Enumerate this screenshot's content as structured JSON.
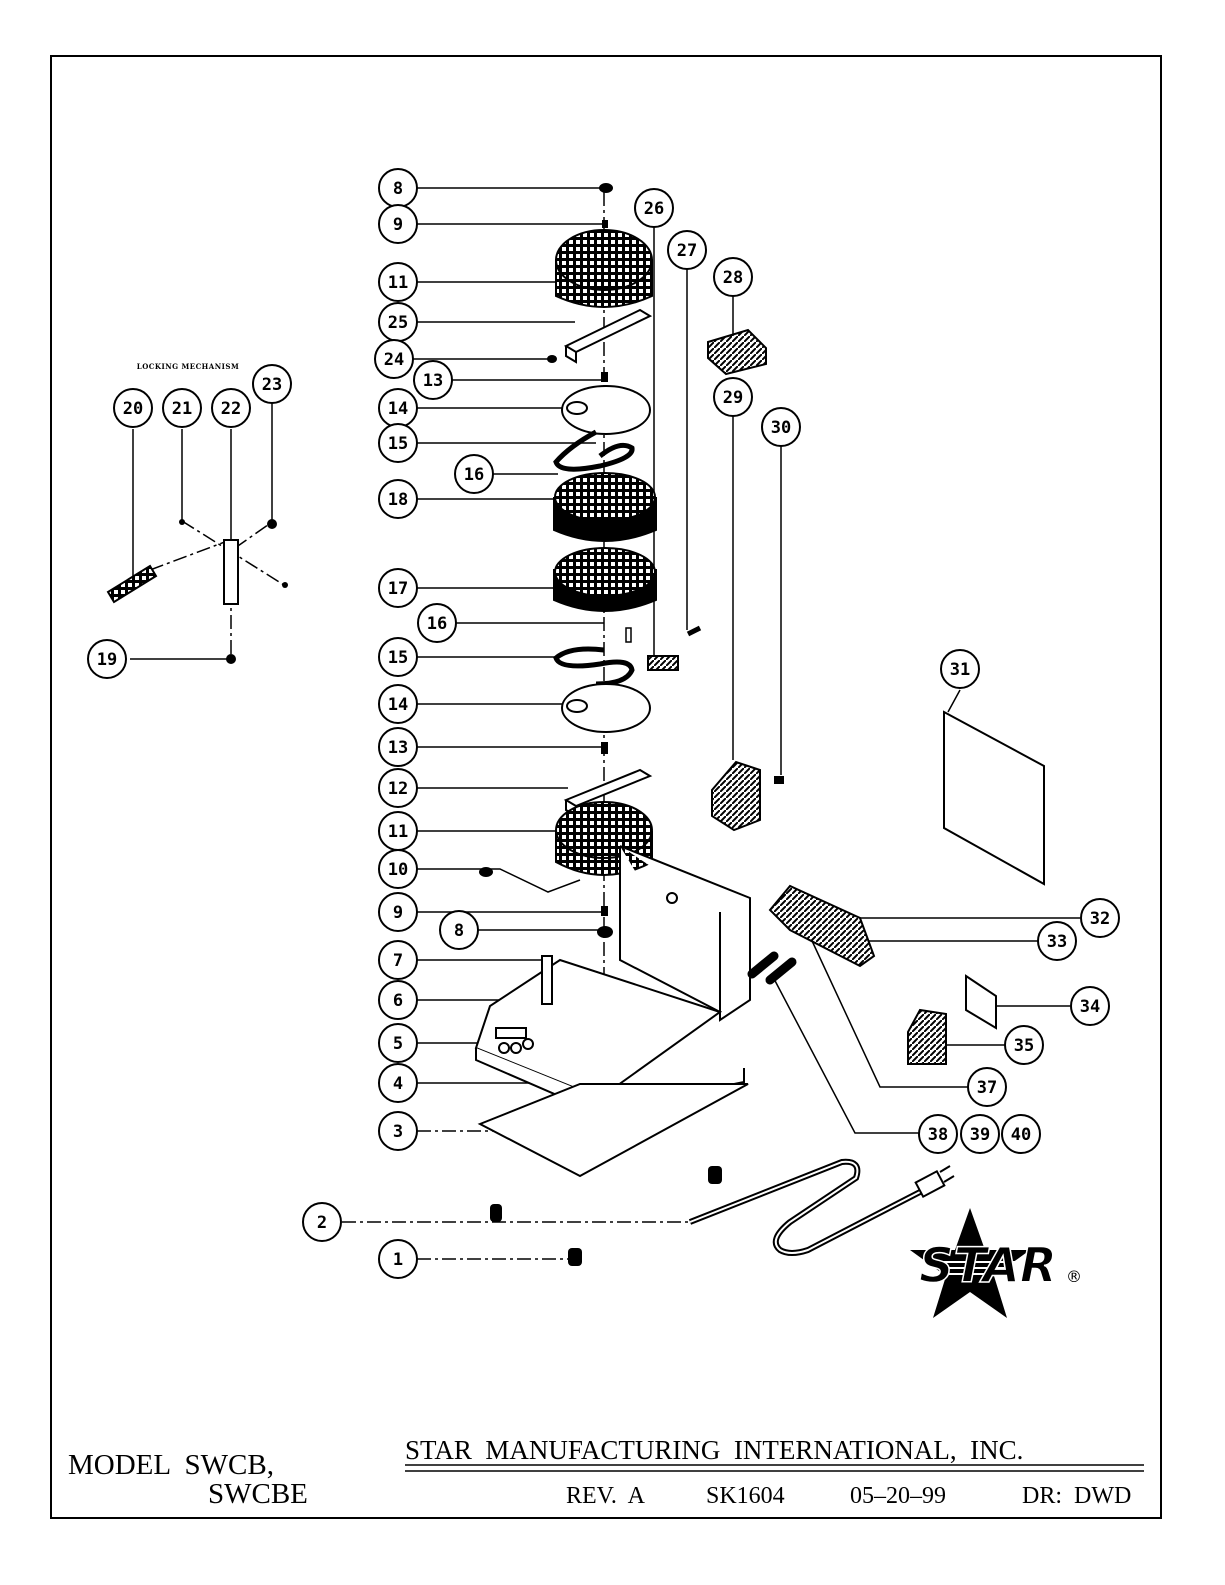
{
  "drawing": {
    "section_label": "LOCKING MECHANISM",
    "callouts": [
      {
        "id": "c8a",
        "label": "8"
      },
      {
        "id": "c9a",
        "label": "9"
      },
      {
        "id": "c26",
        "label": "26"
      },
      {
        "id": "c27",
        "label": "27"
      },
      {
        "id": "c11a",
        "label": "11"
      },
      {
        "id": "c28",
        "label": "28"
      },
      {
        "id": "c25",
        "label": "25"
      },
      {
        "id": "c24",
        "label": "24"
      },
      {
        "id": "c13a",
        "label": "13"
      },
      {
        "id": "c23",
        "label": "23"
      },
      {
        "id": "c20",
        "label": "20"
      },
      {
        "id": "c21",
        "label": "21"
      },
      {
        "id": "c22",
        "label": "22"
      },
      {
        "id": "c14a",
        "label": "14"
      },
      {
        "id": "c29",
        "label": "29"
      },
      {
        "id": "c30",
        "label": "30"
      },
      {
        "id": "c15a",
        "label": "15"
      },
      {
        "id": "c16a",
        "label": "16"
      },
      {
        "id": "c18",
        "label": "18"
      },
      {
        "id": "c17",
        "label": "17"
      },
      {
        "id": "c16b",
        "label": "16"
      },
      {
        "id": "c15b",
        "label": "15"
      },
      {
        "id": "c19",
        "label": "19"
      },
      {
        "id": "c31",
        "label": "31"
      },
      {
        "id": "c14b",
        "label": "14"
      },
      {
        "id": "c13b",
        "label": "13"
      },
      {
        "id": "c12",
        "label": "12"
      },
      {
        "id": "c11b",
        "label": "11"
      },
      {
        "id": "c10",
        "label": "10"
      },
      {
        "id": "c9b",
        "label": "9"
      },
      {
        "id": "c32",
        "label": "32"
      },
      {
        "id": "c8b",
        "label": "8"
      },
      {
        "id": "c33",
        "label": "33"
      },
      {
        "id": "c7",
        "label": "7"
      },
      {
        "id": "c6",
        "label": "6"
      },
      {
        "id": "c34",
        "label": "34"
      },
      {
        "id": "c5",
        "label": "5"
      },
      {
        "id": "c35",
        "label": "35"
      },
      {
        "id": "c4",
        "label": "4"
      },
      {
        "id": "c37",
        "label": "37"
      },
      {
        "id": "c3",
        "label": "3"
      },
      {
        "id": "c38",
        "label": "38"
      },
      {
        "id": "c39",
        "label": "39"
      },
      {
        "id": "c40",
        "label": "40"
      },
      {
        "id": "c2",
        "label": "2"
      },
      {
        "id": "c1",
        "label": "1"
      }
    ]
  },
  "logo": {
    "text": "STAR",
    "registered": "®"
  },
  "title_block": {
    "model_line1": "MODEL  SWCB,",
    "model_line2": "SWCBE",
    "company": "STAR  MANUFACTURING  INTERNATIONAL,  INC.",
    "rev": "REV.  A",
    "sheet": "SK1604",
    "date": "05–20–99",
    "drawn_by": "DR:  DWD"
  }
}
